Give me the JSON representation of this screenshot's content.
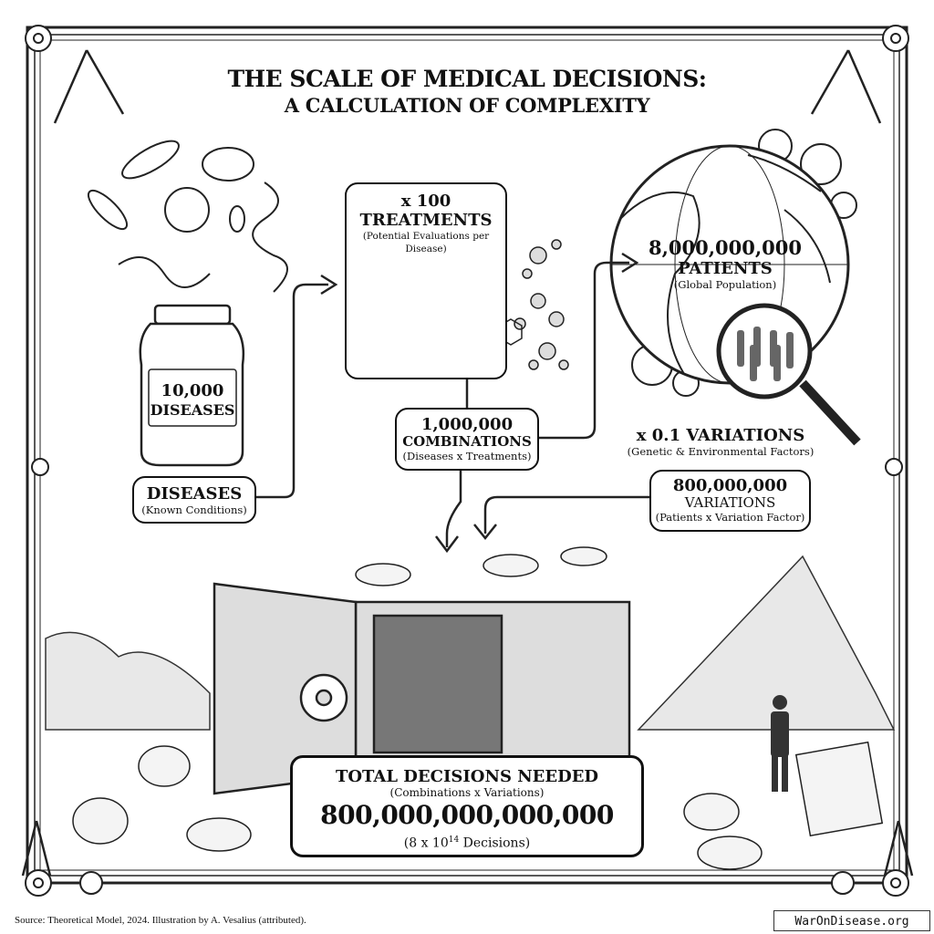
{
  "title": {
    "line1": "THE SCALE OF MEDICAL DECISIONS:",
    "line2": "A CALCULATION OF COMPLEXITY"
  },
  "jar": {
    "value": "10,000",
    "label": "DISEASES"
  },
  "diseases_box": {
    "label": "DISEASES",
    "sub": "(Known Conditions)"
  },
  "treatments_box": {
    "label": "x 100 TREATMENTS",
    "sub": "(Potential Evaluations per Disease)"
  },
  "combinations_box": {
    "value": "1,000,000",
    "label": "COMBINATIONS",
    "sub": "(Diseases x Treatments)"
  },
  "patients": {
    "value": "8,000,000,000",
    "label": "PATIENTS",
    "sub": "(Global Population)"
  },
  "variation_factor": {
    "label": "x 0.1 VARIATIONS",
    "sub": "(Genetic & Environmental Factors)"
  },
  "variations_box": {
    "value": "800,000,000",
    "label": "VARIATIONS",
    "sub": "(Patients x Variation Factor)"
  },
  "total_box": {
    "label": "TOTAL DECISIONS NEEDED",
    "sub": "(Combinations x Variations)",
    "value": "800,000,000,000,000",
    "note_prefix": "(8 x 10",
    "note_exp": "14",
    "note_suffix": " Decisions)"
  },
  "footer": {
    "source": "Source: Theoretical Model, 2024. Illustration by A. Vesalius (attributed).",
    "badge": "WarOnDisease.org"
  }
}
